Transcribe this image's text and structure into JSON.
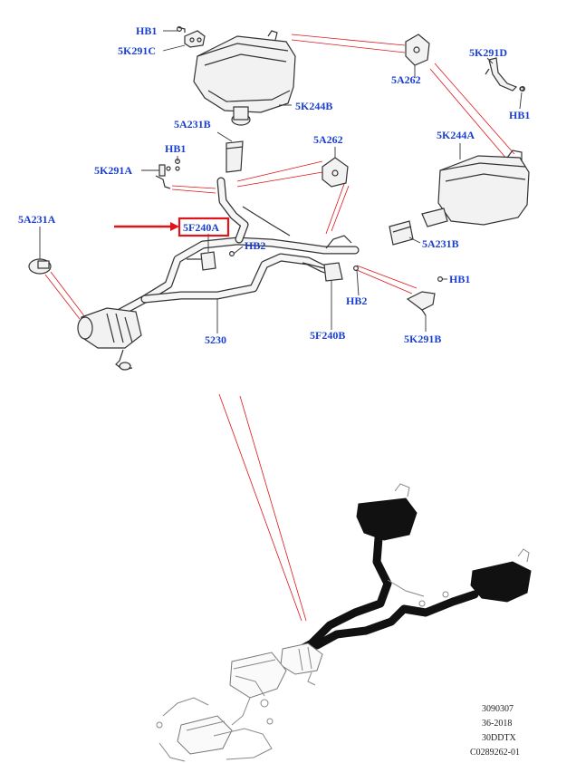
{
  "labels": {
    "hb1_top": "HB1",
    "k291c": "5K291C",
    "a262_top": "5A262",
    "k291d": "5K291D",
    "hb1_right": "HB1",
    "k244b": "5K244B",
    "a231b_top": "5A231B",
    "a262_mid": "5A262",
    "k244a": "5K244A",
    "hb1_left": "HB1",
    "k291a": "5K291A",
    "a231a": "5A231A",
    "f240a": "5F240A",
    "hb2_left": "HB2",
    "a231b_right": "5A231B",
    "hb1_lower": "HB1",
    "hb2_right": "HB2",
    "p5230": "5230",
    "f240b": "5F240B",
    "k291b": "5K291B"
  },
  "caption": {
    "line1": "3090307",
    "line2": "36-2018",
    "line3": "30DDTX",
    "line4": "C0289262-01"
  },
  "colors": {
    "callout": "#1a3fd0",
    "highlight_box": "#e0151a",
    "arrow": "#e0151a"
  }
}
